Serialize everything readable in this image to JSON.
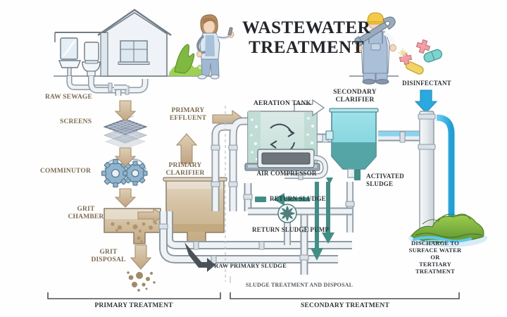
{
  "title": {
    "text": "WASTEWATER\nTREATMENT"
  },
  "colors": {
    "olive_label": "#7d6a4f",
    "dark_label": "#2f3438",
    "pipe_fill": "#e9edf0",
    "pipe_stroke": "#8d9ba5",
    "tan_tank": "#cbb393",
    "tan_tank_light": "#ded0ba",
    "cyan_tank": "#8fd9e2",
    "teal_dark": "#4e9c9c",
    "aeration_green": "#cfe5e0",
    "flow_blue": "#29a9e0",
    "sludge_teal": "#3f8f87",
    "arrow_tan": "#c9b193",
    "arrow_gray": "#54595e",
    "grass_green": "#8cc63f",
    "water_blue": "#5bc8f0"
  },
  "labels": {
    "raw_sewage": "RAW SEWAGE",
    "screens": "SCREENS",
    "comminutor": "COMMINUTOR",
    "grit_chamber": "GRIT\nCHAMBER",
    "grit_disposal": "GRIT\nDISPOSAL",
    "primary_effluent": "PRIMARY\nEFFLUENT",
    "primary_clarifier": "PRIMARY\nCLARIFIER",
    "aeration_tank": "AERATION TANK",
    "air_compressor": "AIR COMPRESSOR",
    "secondary_clarifier": "SECONDARY\nCLARIFIER",
    "disinfectant": "DISINFECTANT",
    "activated_sludge": "ACTIVATED\nSLUDGE",
    "return_sludge": "RETURN SLUDGE",
    "return_sludge_pump": "RETURN SLUDGE PUMP",
    "raw_primary_sludge": "RAW PRIMARY SLUDGE",
    "discharge": "DISCHARGE TO\nSURFACE WATER\nOR\nTERTIARY\nTREATMENT",
    "sludge_treatment": "SLUDGE TREATMENT AND DISPOSAL",
    "primary_treatment": "PRIMARY TREATMENT",
    "secondary_treatment": "SECONDARY TREATMENT"
  },
  "icons": {
    "house": "house-icon",
    "toilet": "toilet-icon",
    "sink": "sink-icon",
    "mirror": "mirror-icon",
    "bush": "bush-icon",
    "woman": "woman-illustration",
    "worker": "worker-illustration",
    "wrench": "wrench-icon",
    "germs": "germs-icon",
    "screens": "screen-mesh-icon",
    "gears": "comminutor-gears-icon",
    "pump": "return-sludge-pump-icon",
    "landscape": "discharge-landscape-icon"
  }
}
